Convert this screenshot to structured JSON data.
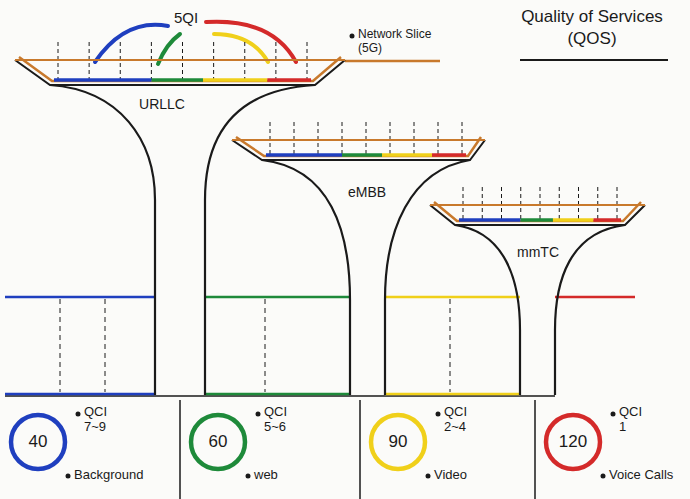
{
  "diagram": {
    "title": "Quality of Services (QOS)",
    "nodes": [
      {
        "text": [
          "URLLC"
        ]
      },
      {
        "text": [
          "eMBB"
        ]
      },
      {
        "text": [
          "mmTC"
        ]
      },
      {
        "text": [
          "40",
          "QCI 7~9",
          "Background"
        ]
      },
      {
        "text": [
          "60",
          "QCI 5~6",
          "web"
        ]
      },
      {
        "text": [
          "90",
          "QCI 2~4",
          "Video"
        ]
      },
      {
        "text": [
          "120",
          "QCI 1",
          "Voice Calls"
        ]
      }
    ],
    "labels": [
      "5QI",
      "Network Slice (5G)"
    ]
  }
}
